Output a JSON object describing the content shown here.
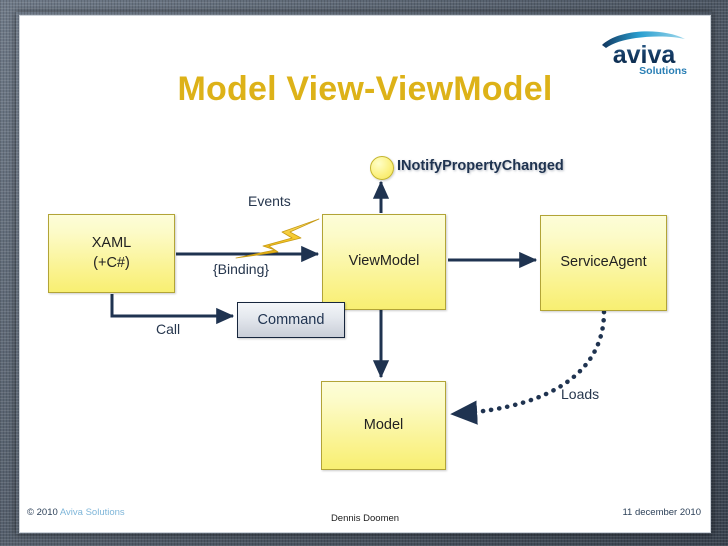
{
  "slide": {
    "title": "Model View-ViewModel",
    "logo": {
      "name": "aviva-solutions-logo",
      "wordmark": "aviva",
      "tagline": "Solutions",
      "arc_color": "#2a9fd0",
      "wordmark_color": "#11365e"
    },
    "diagram": {
      "type": "architecture-diagram",
      "nodes": [
        {
          "id": "xaml",
          "label_line1": "XAML",
          "label_line2": "(+C#)",
          "style": "yellow-box"
        },
        {
          "id": "viewmodel",
          "label_line1": "ViewModel",
          "label_line2": "",
          "style": "yellow-box"
        },
        {
          "id": "serviceagent",
          "label_line1": "ServiceAgent",
          "label_line2": "",
          "style": "yellow-box"
        },
        {
          "id": "model",
          "label_line1": "Model",
          "label_line2": "",
          "style": "yellow-box"
        },
        {
          "id": "command",
          "label_line1": "Command",
          "label_line2": "",
          "style": "gray-box"
        }
      ],
      "interface": {
        "name": "INotifyPropertyChanged",
        "symbol": "lollipop-circle",
        "implemented_by": "viewmodel"
      },
      "edges": [
        {
          "from": "xaml",
          "to": "viewmodel",
          "label": "{Binding}",
          "style": "solid-arrow"
        },
        {
          "from": "xaml",
          "to": "command",
          "label": "Call",
          "style": "solid-arrow-elbow"
        },
        {
          "from": "viewmodel",
          "to": "xaml",
          "label": "Events",
          "style": "lightning-bolt"
        },
        {
          "from": "viewmodel",
          "to": "serviceagent",
          "label": "",
          "style": "solid-arrow"
        },
        {
          "from": "viewmodel",
          "to": "model",
          "label": "",
          "style": "solid-arrow"
        },
        {
          "from": "serviceagent",
          "to": "model",
          "label": "Loads",
          "style": "dotted-curve-arrow"
        }
      ],
      "colors": {
        "node_fill": "#faf18a",
        "node_border": "#b2a437",
        "arrow": "#1f3350",
        "title": "#ddb218",
        "command_fill": "#dfe3ea"
      }
    },
    "footer": {
      "copyright_prefix": "© 2010 ",
      "copyright_brand": "Aviva Solutions",
      "author": "Dennis Doomen",
      "date": "11 december 2010"
    }
  }
}
